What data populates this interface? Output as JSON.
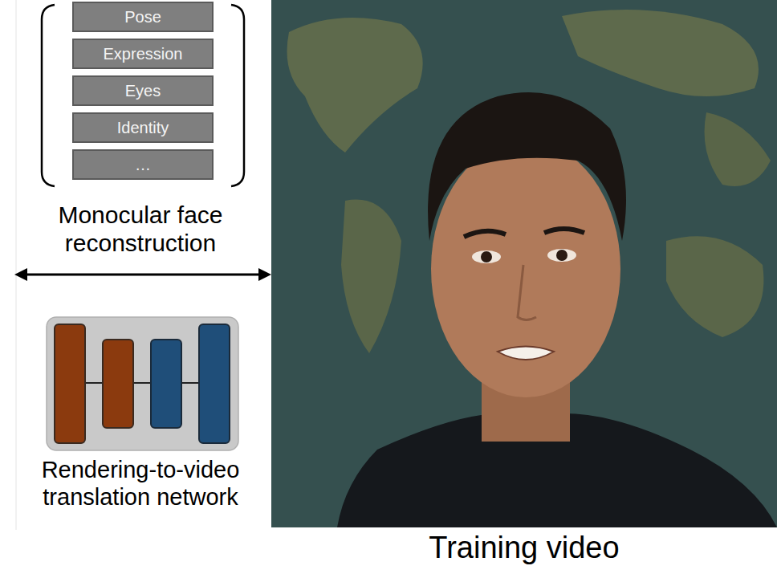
{
  "diagram": {
    "nodes": [
      {
        "text": [
          "Pose"
        ]
      },
      {
        "text": [
          "Expression"
        ]
      },
      {
        "text": [
          "Eyes"
        ]
      },
      {
        "text": [
          "Identity"
        ]
      },
      {
        "text": [
          "…"
        ]
      }
    ],
    "labels": [
      "Monocular face reconstruction",
      "Rendering-to-video translation network",
      "Training video"
    ]
  }
}
